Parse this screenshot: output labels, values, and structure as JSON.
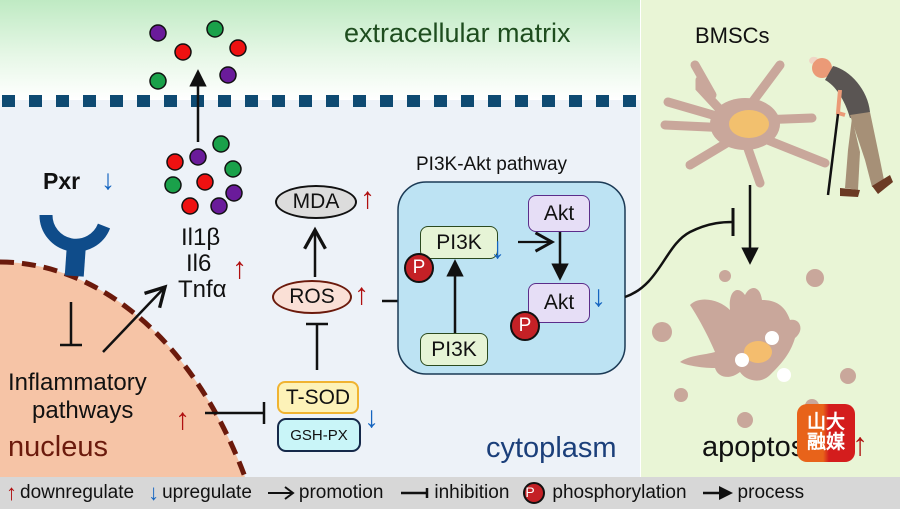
{
  "regions": {
    "extracellular_label": "extracellular matrix",
    "cytoplasm_label": "cytoplasm",
    "nucleus_label": "nucleus",
    "bmsc_label": "BMSCs",
    "apoptosis_label": "apoptosis"
  },
  "nodes": {
    "pxr": "Pxr",
    "cytokines": [
      "Il1β",
      "Il6",
      "Tnfα"
    ],
    "inflammatory": [
      "Inflammatory",
      "pathways"
    ],
    "mda": "MDA",
    "ros": "ROS",
    "tsod": "T-SOD",
    "gshpx": "GSH-PX",
    "pathway_title": "PI3K-Akt pathway",
    "pi3k_phos": "PI3K",
    "pi3k": "PI3K",
    "akt": "Akt",
    "akt_phos": "Akt",
    "phospho_symbol": "P"
  },
  "indicators": {
    "up_arrow": "↑",
    "down_arrow": "↓",
    "up_color": "#b01010",
    "down_color": "#1565c0"
  },
  "legend": [
    {
      "symbol": "red-up-arrow",
      "label": "downregulate"
    },
    {
      "symbol": "blue-down-arrow",
      "label": "upregulate"
    },
    {
      "symbol": "open-arrow",
      "label": "promotion"
    },
    {
      "symbol": "inhibition-bar",
      "label": "inhibition"
    },
    {
      "symbol": "phospho-circle",
      "label": "phosphorylation"
    },
    {
      "symbol": "filled-arrow",
      "label": "process"
    }
  ],
  "watermark": {
    "line1": "山大",
    "line2": "融媒"
  },
  "colors": {
    "membrane": "#0e4a72",
    "nucleus_fill": "#f6c4a6",
    "nucleus_border": "#6b1a0c",
    "cytoplasm_bg": "#edf2f8",
    "bmsc_panel": "#e9f5d6",
    "pathway_box": "#bde3f3",
    "receptor": "#0f4c8a"
  }
}
